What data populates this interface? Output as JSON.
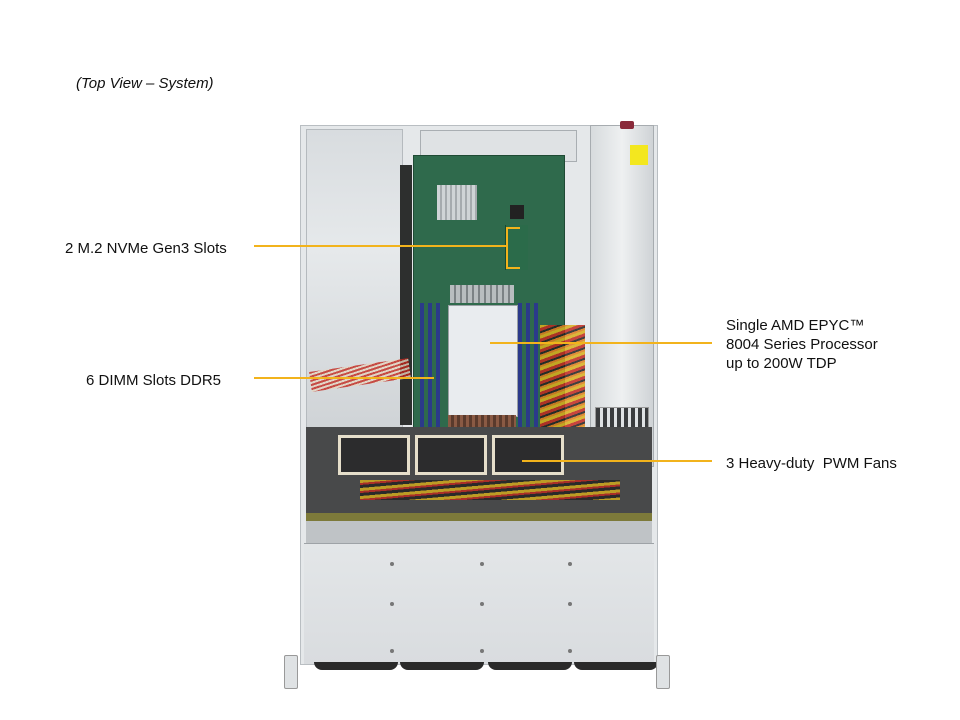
{
  "caption": "(Top View – System)",
  "callouts": [
    {
      "id": "m2",
      "label": "2 M.2 NVMe Gen3 Slots",
      "side": "left"
    },
    {
      "id": "dimm",
      "label": "6 DIMM Slots DDR5",
      "side": "left"
    },
    {
      "id": "cpu",
      "label": "Single AMD EPYC™\n8004 Series Processor\nup to 200W TDP",
      "side": "right"
    },
    {
      "id": "fans",
      "label": "3 Heavy-duty  PWM Fans",
      "side": "right"
    }
  ],
  "colors": {
    "callout_line": "#f2b31c",
    "text": "#111111",
    "background": "#ffffff"
  },
  "image": {
    "subject": "server-chassis-top-view",
    "fan_count": 3,
    "dimm_count": 6
  }
}
